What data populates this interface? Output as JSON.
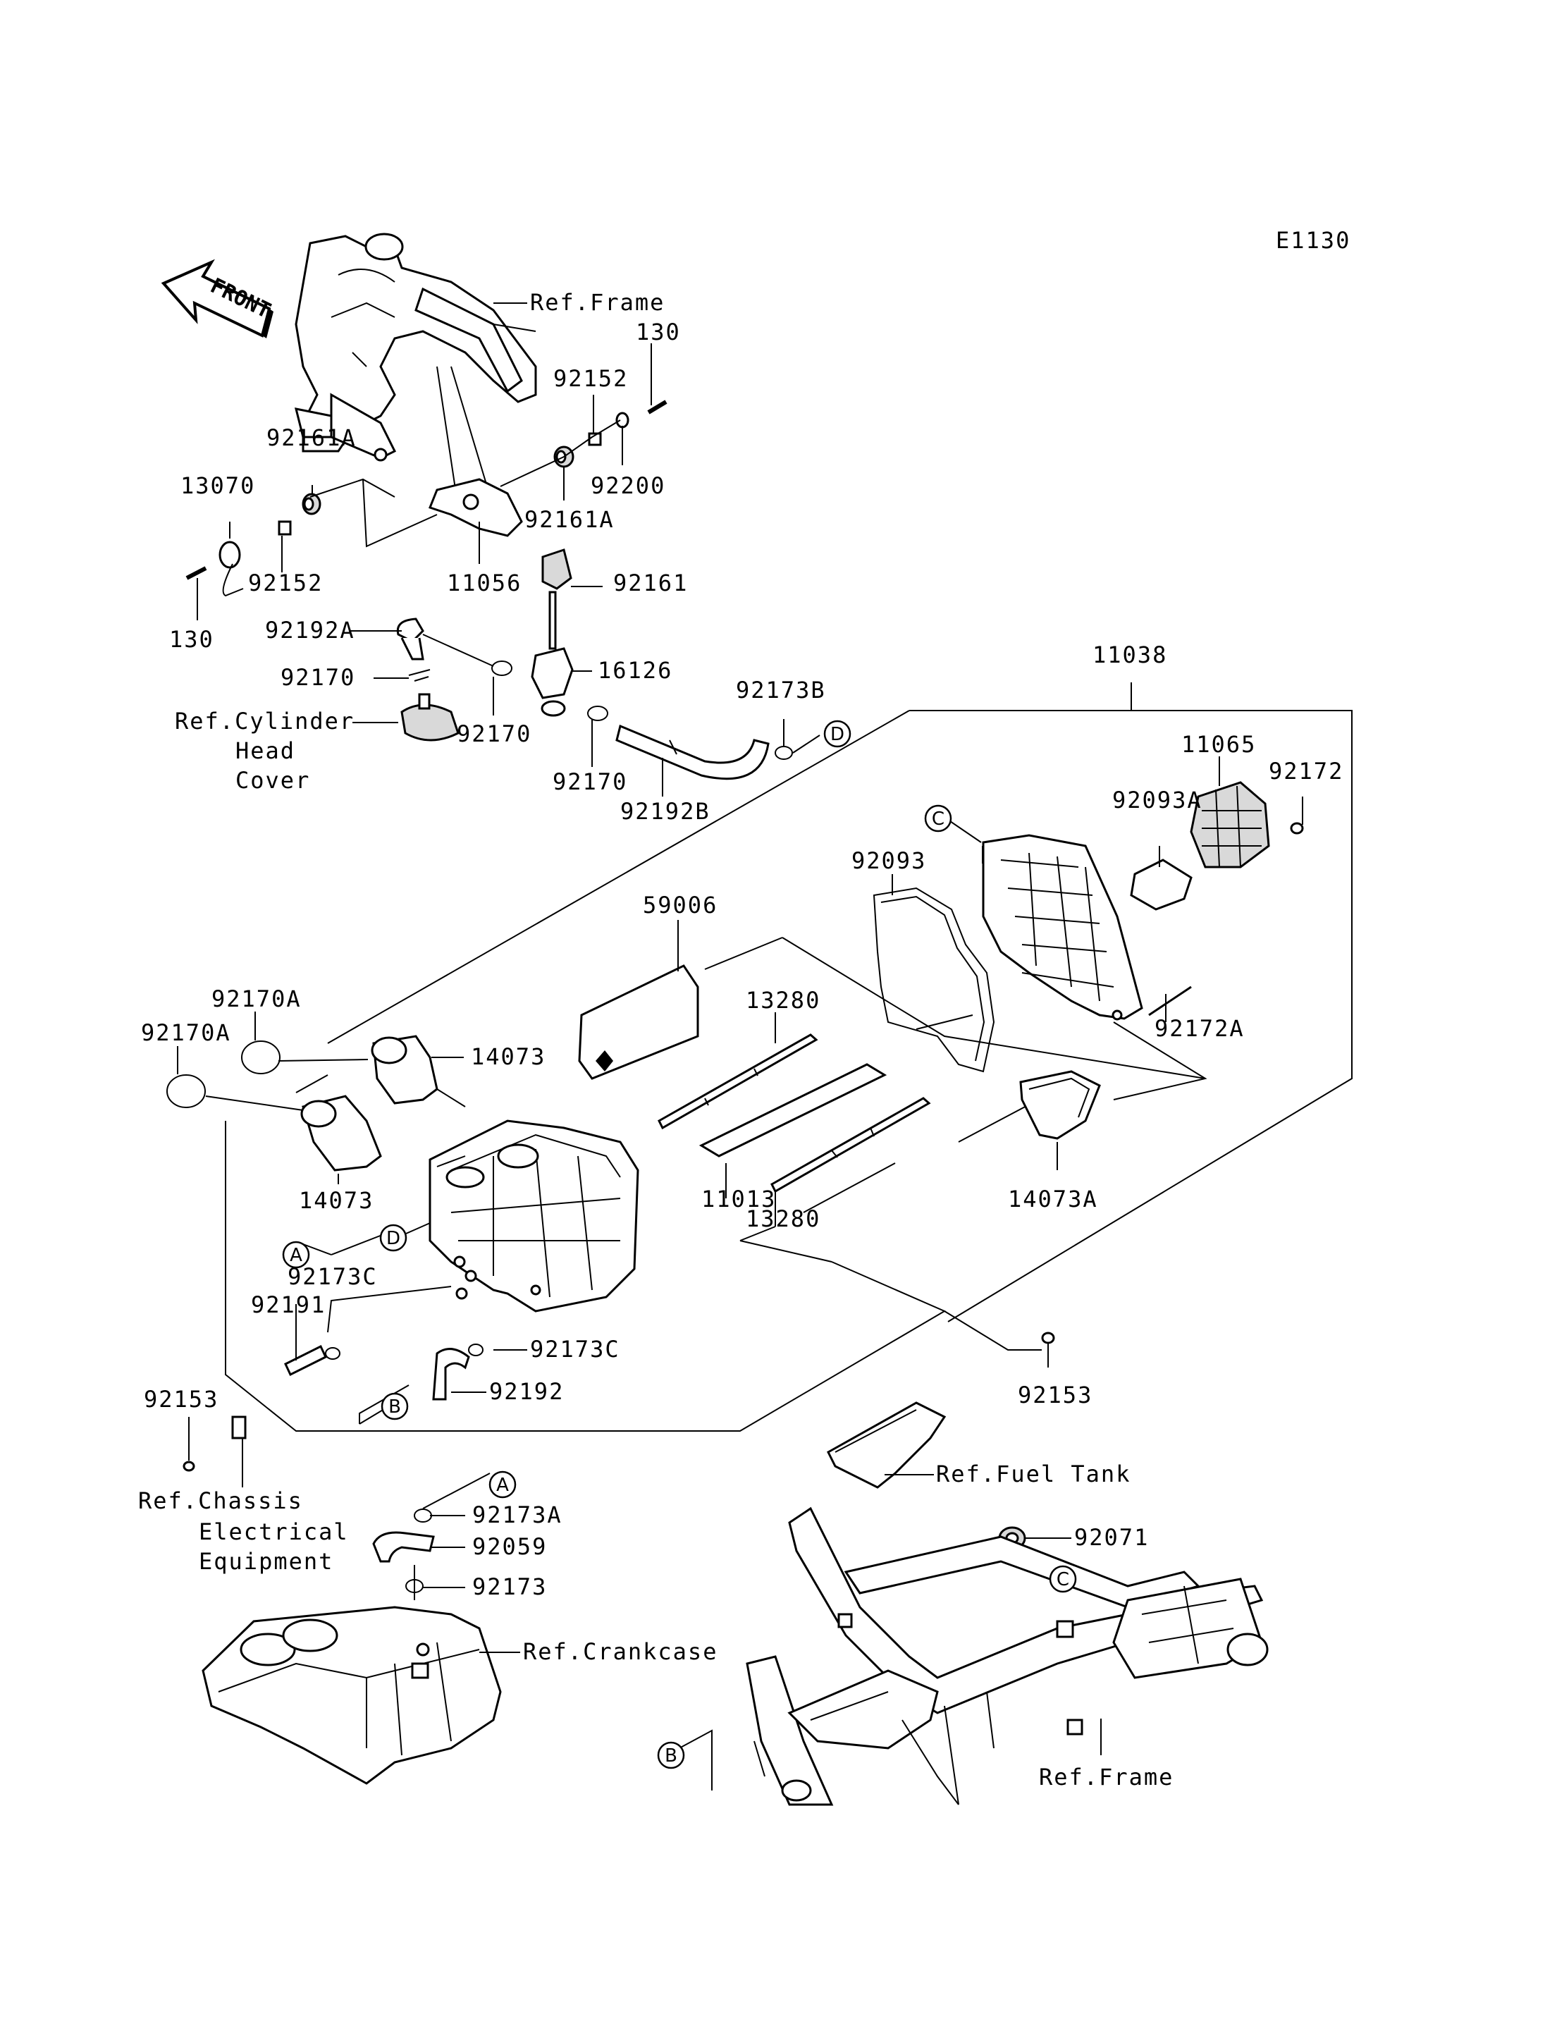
{
  "diagram_id": "E1130",
  "front_badge": "FRONT",
  "labels": {
    "ref_frame_top": "Ref.Frame",
    "p130_top": "130",
    "p92152_top": "92152",
    "p92161A_left": "92161A",
    "p92200": "92200",
    "p13070": "13070",
    "p92161A_right": "92161A",
    "p92152_left": "92152",
    "p11056": "11056",
    "p92161": "92161",
    "p130_left": "130",
    "p92192A": "92192A",
    "p16126": "16126",
    "p92170_a": "92170",
    "ref_cyl_1": "Ref.Cylinder",
    "ref_cyl_2": "Head",
    "ref_cyl_3": "Cover",
    "p92170_b": "92170",
    "p92170_c": "92170",
    "p92192B": "92192B",
    "p92173B": "92173B",
    "p11038": "11038",
    "p11065": "11065",
    "p92172": "92172",
    "p92093A": "92093A",
    "p92093": "92093",
    "p59006": "59006",
    "p13280_top": "13280",
    "p92172A": "92172A",
    "p92170A_top": "92170A",
    "p92170A_left": "92170A",
    "p14073_top": "14073",
    "p14073_bot": "14073",
    "p11013": "11013",
    "p13280_bot": "13280",
    "p14073A": "14073A",
    "p92173C_left": "92173C",
    "p92191": "92191",
    "p92173C_right": "92173C",
    "p92192": "92192",
    "p92153_left": "92153",
    "p92153_right": "92153",
    "ref_chassis_1": "Ref.Chassis",
    "ref_chassis_2": "Electrical",
    "ref_chassis_3": "Equipment",
    "ref_fuel": "Ref.Fuel Tank",
    "p92173A": "92173A",
    "p92059": "92059",
    "p92173": "92173",
    "p92071": "92071",
    "ref_crankcase": "Ref.Crankcase",
    "ref_frame_bot": "Ref.Frame"
  },
  "callouts": {
    "A": "A",
    "B": "B",
    "C": "C",
    "D": "D"
  }
}
